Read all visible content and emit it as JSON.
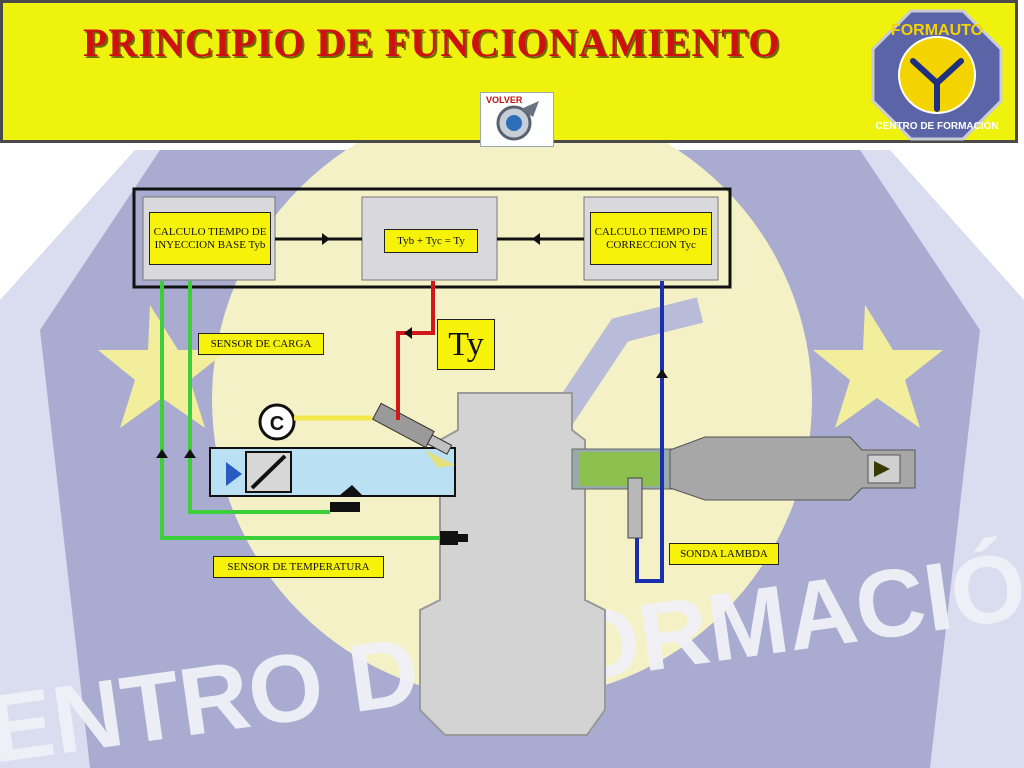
{
  "header": {
    "title": "PRINCIPIO DE FUNCIONAMIENTO",
    "back_label": "VOLVER",
    "logo": {
      "top_text": "FORMAUTO",
      "bottom_text": "CENTRO DE FORMACIÓN"
    }
  },
  "ecu": {
    "base_block": "CALCULO TIEMPO DE INYECCION BASE Tyb",
    "sum_block": "Tyb + Tyc = Ty",
    "correction_block": "CALCULO TIEMPO DE CORRECCION Tyc"
  },
  "labels": {
    "ty": "Ty",
    "load_sensor": "SENSOR DE CARGA",
    "temp_sensor": "SENSOR DE TEMPERATURA",
    "lambda_sensor": "SONDA LAMBDA",
    "coil_symbol": "C"
  },
  "watermark": {
    "text": "CENTRO DE FORMACIÓN"
  },
  "colors": {
    "header": "#eef20c",
    "title": "#d01010",
    "box": "#f6f20a",
    "green": "#3ccf3c",
    "red": "#d01818",
    "blue": "#1a2fb0"
  }
}
